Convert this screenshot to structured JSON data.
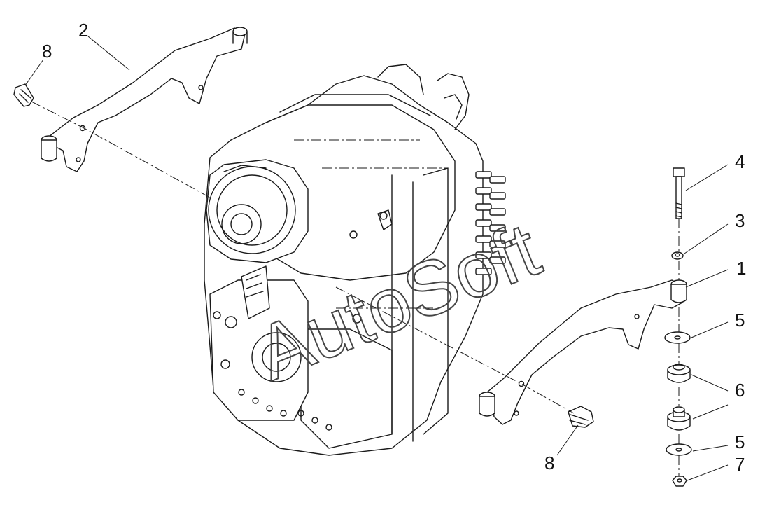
{
  "watermark": "AutoSoft",
  "callouts": [
    {
      "id": "c2",
      "label": "2"
    },
    {
      "id": "c8a",
      "label": "8"
    },
    {
      "id": "c4",
      "label": "4"
    },
    {
      "id": "c3",
      "label": "3"
    },
    {
      "id": "c1",
      "label": "1"
    },
    {
      "id": "c5a",
      "label": "5"
    },
    {
      "id": "c6",
      "label": "6"
    },
    {
      "id": "c5b",
      "label": "5"
    },
    {
      "id": "c7",
      "label": "7"
    },
    {
      "id": "c8b",
      "label": "8"
    }
  ],
  "colors": {
    "line": "#1a1a1a",
    "background": "#ffffff"
  }
}
